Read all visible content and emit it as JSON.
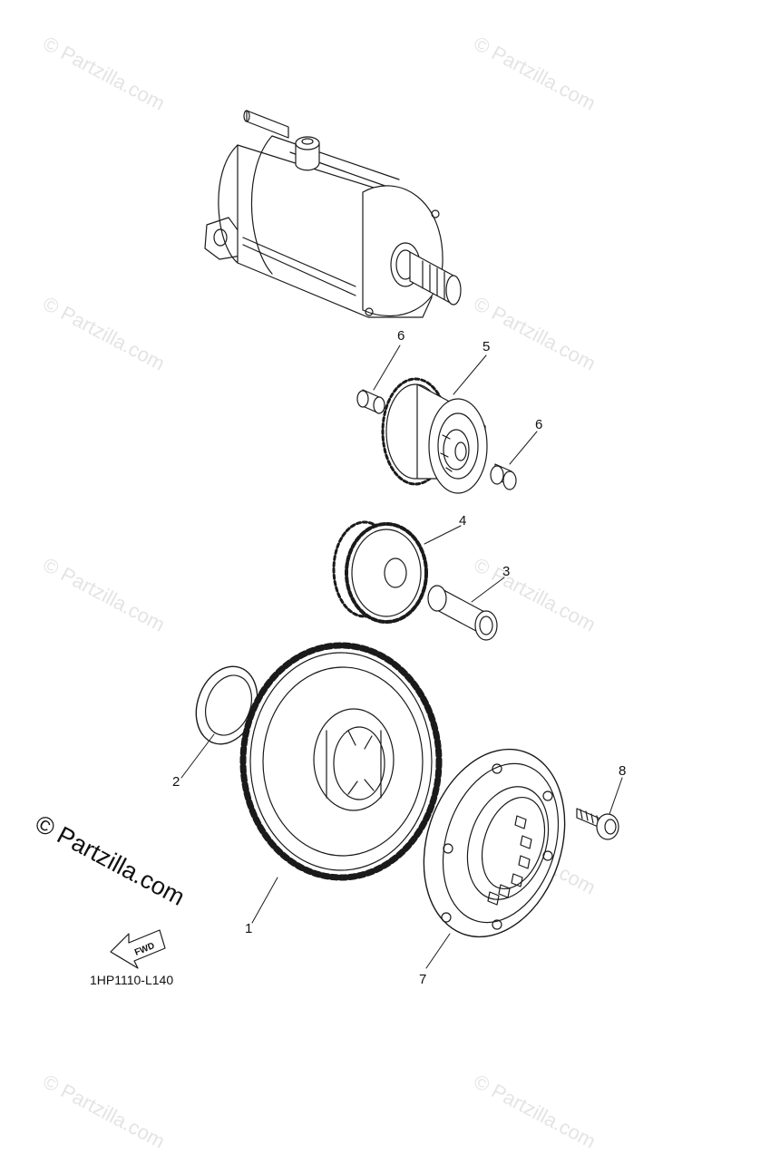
{
  "watermark_text": "© Partzilla.com",
  "brand_text": "© Partzilla.com",
  "diagram_code": "1HP1110-L140",
  "fwd_label": "FWD",
  "callouts": {
    "c1": "1",
    "c2": "2",
    "c3": "3",
    "c4": "4",
    "c5": "5",
    "c6a": "6",
    "c6b": "6",
    "c7": "7",
    "c8": "8"
  }
}
